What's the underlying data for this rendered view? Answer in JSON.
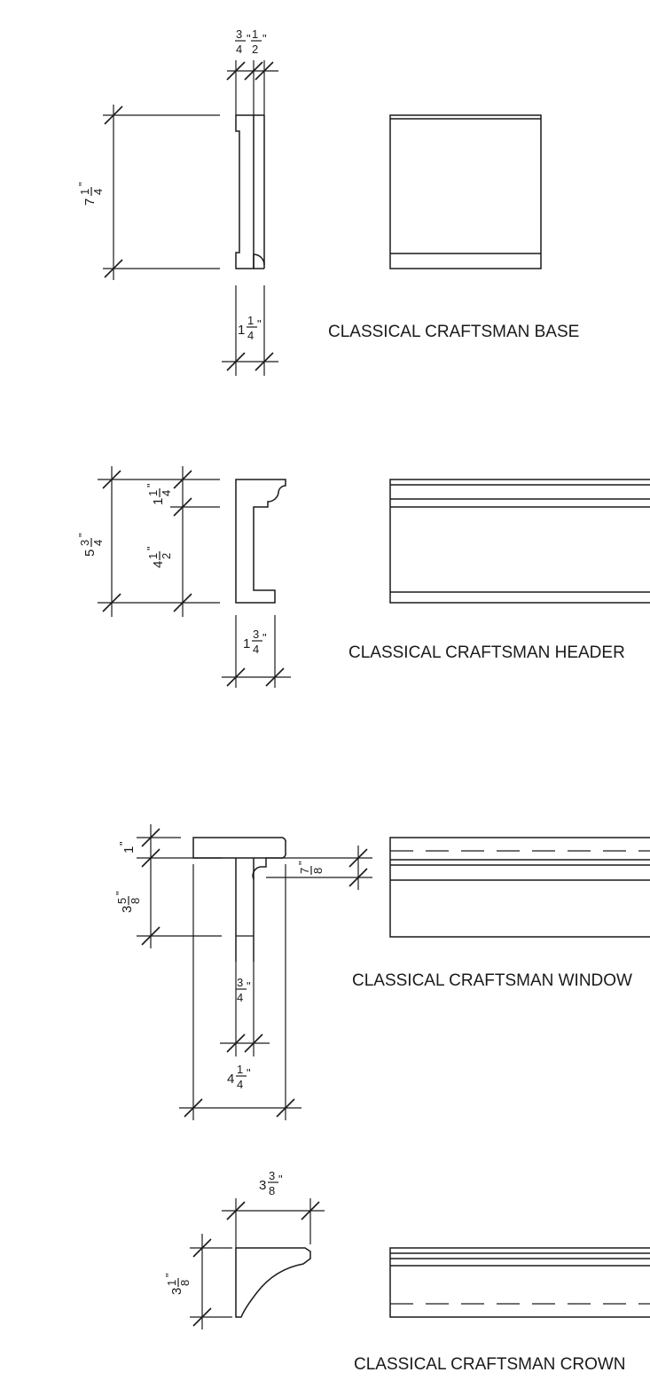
{
  "details": [
    {
      "title": "CLASSICAL CRAFTSMAN BASE",
      "dims": {
        "height": {
          "whole": "7",
          "num": "1",
          "den": "4"
        },
        "top_a": {
          "num": "3",
          "den": "4"
        },
        "top_b": {
          "num": "1",
          "den": "2"
        },
        "bottom": {
          "whole": "1",
          "num": "1",
          "den": "4"
        }
      }
    },
    {
      "title": "CLASSICAL CRAFTSMAN HEADER",
      "dims": {
        "height": {
          "whole": "5",
          "num": "3",
          "den": "4"
        },
        "upper": {
          "whole": "1",
          "num": "1",
          "den": "4"
        },
        "lower": {
          "whole": "4",
          "num": "1",
          "den": "2"
        },
        "depth": {
          "whole": "1",
          "num": "3",
          "den": "4"
        }
      }
    },
    {
      "title": "CLASSICAL CRAFTSMAN WINDOW",
      "dims": {
        "top": {
          "whole": "1"
        },
        "upper": {
          "whole": "3",
          "num": "5",
          "den": "8"
        },
        "side": {
          "num": "7",
          "den": "8"
        },
        "inner": {
          "num": "3",
          "den": "4"
        },
        "width": {
          "whole": "4",
          "num": "1",
          "den": "4"
        }
      }
    },
    {
      "title": "CLASSICAL CRAFTSMAN CROWN",
      "dims": {
        "width": {
          "whole": "3",
          "num": "3",
          "den": "8"
        },
        "height": {
          "whole": "3",
          "num": "1",
          "den": "8"
        }
      }
    }
  ]
}
